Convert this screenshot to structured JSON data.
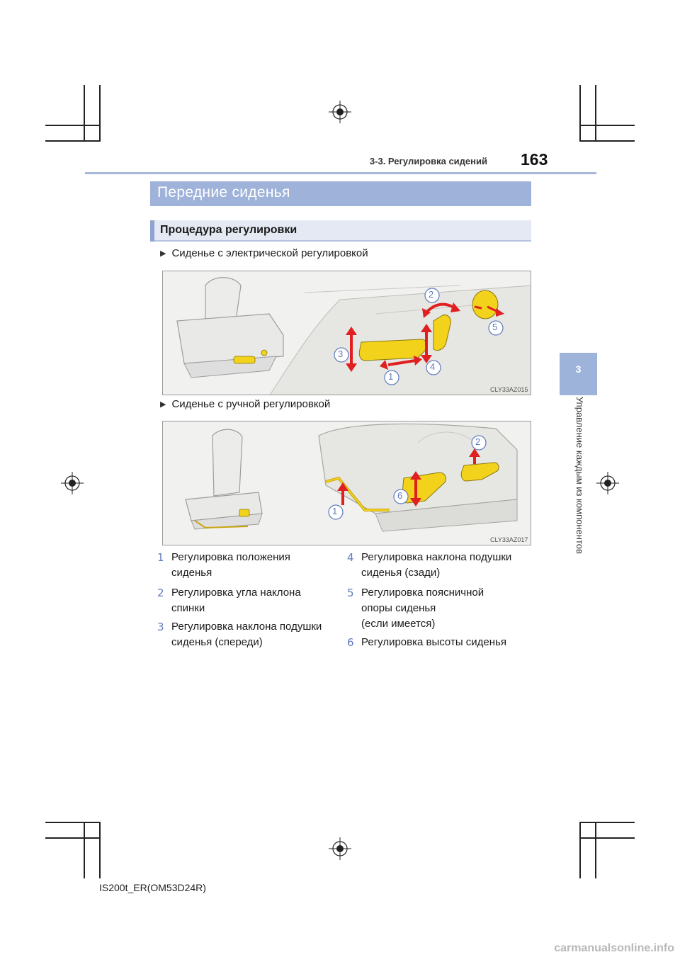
{
  "header": {
    "section": "3-3. Регулировка сидений",
    "page_number": "163"
  },
  "side_tab": {
    "chapter_number": "3",
    "chapter_title": "Управление каждым из компонентов"
  },
  "title": "Передние сиденья",
  "subtitle": "Процедура регулировки",
  "power_seat": {
    "label": "Сиденье с электрической регулировкой",
    "figure_code": "CLY33AZ015",
    "callouts": [
      "1",
      "2",
      "3",
      "4",
      "5"
    ]
  },
  "manual_seat": {
    "label": "Сиденье с ручной регулировкой",
    "figure_code": "CLY33AZ017",
    "callouts": [
      "1",
      "2",
      "6"
    ]
  },
  "legend": [
    {
      "num": "1",
      "text": "Регулировка положения\nсиденья"
    },
    {
      "num": "2",
      "text": "Регулировка угла наклона\nспинки"
    },
    {
      "num": "3",
      "text": "Регулировка наклона подушки\nсиденья (спереди)"
    },
    {
      "num": "4",
      "text": "Регулировка наклона подушки\nсиденья (сзади)"
    },
    {
      "num": "5",
      "text": "Регулировка поясничной\nопоры сиденья\n(если имеется)"
    },
    {
      "num": "6",
      "text": "Регулировка высоты сиденья"
    }
  ],
  "footer": "IS200t_ER(OM53D24R)",
  "watermark": "carmanualsonline.info",
  "colors": {
    "title_bar": "#9fb2d9",
    "subtitle_bar": "#e4e9f3",
    "callout": "#5f7bbf",
    "arrow": "#e02020",
    "control": "#f2d21b"
  }
}
